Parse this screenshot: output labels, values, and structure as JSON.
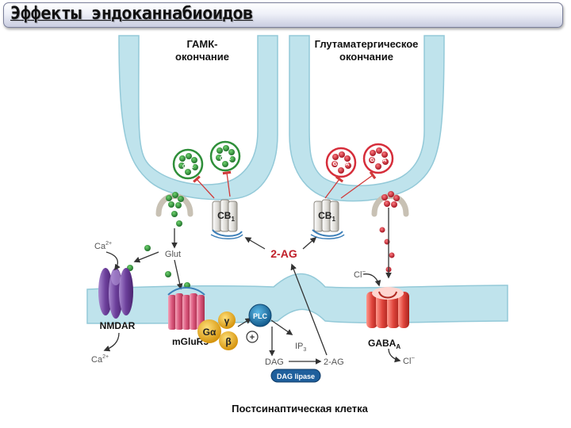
{
  "slide_title": "Эффекты эндоканнабиоидов",
  "labels": {
    "gaba_terminal_line1": "ГАМК-",
    "gaba_terminal_line2": "окончание",
    "glutamate_terminal_line1": "Глутаматергическое",
    "glutamate_terminal_line2": "окончание",
    "postsynaptic_cell": "Постсинаптическая клетка"
  },
  "vesicles": {
    "green_label": "Glut",
    "red_label": "GABA"
  },
  "molecules": {
    "cb1": "CB",
    "cb1_sub": "1",
    "two_ag": "2-AG",
    "two_ag_small": "2-AG",
    "glut": "Glut",
    "ca_top": "Ca",
    "ca_bottom": "Ca",
    "ca_charge": "2+",
    "cl": "Cl",
    "cl_charge": "−",
    "nmdar": "NMDAR",
    "mglur5": "mGluR5",
    "gaba_a": "GABA",
    "gaba_a_sub": "A",
    "g_alpha": "Gα",
    "g_gamma": "γ",
    "g_beta": "β",
    "plc": "PLC",
    "ip3": "IP",
    "ip3_sub": "3",
    "dag": "DAG",
    "dag_lipase": "DAG lipase",
    "plus": "+"
  },
  "colors": {
    "membrane": "#bfe3ec",
    "membrane_edge": "#93c9d8",
    "green_vesicle": "#2f8f3a",
    "red_vesicle": "#d62d3a",
    "nmdar": "#7b4fa6",
    "mglur5": "#d9557a",
    "gaba_a": "#e0453c",
    "g_protein": "#f2b21b",
    "plc": "#1f7fb6",
    "dag_lipase": "#1f5f9c"
  }
}
